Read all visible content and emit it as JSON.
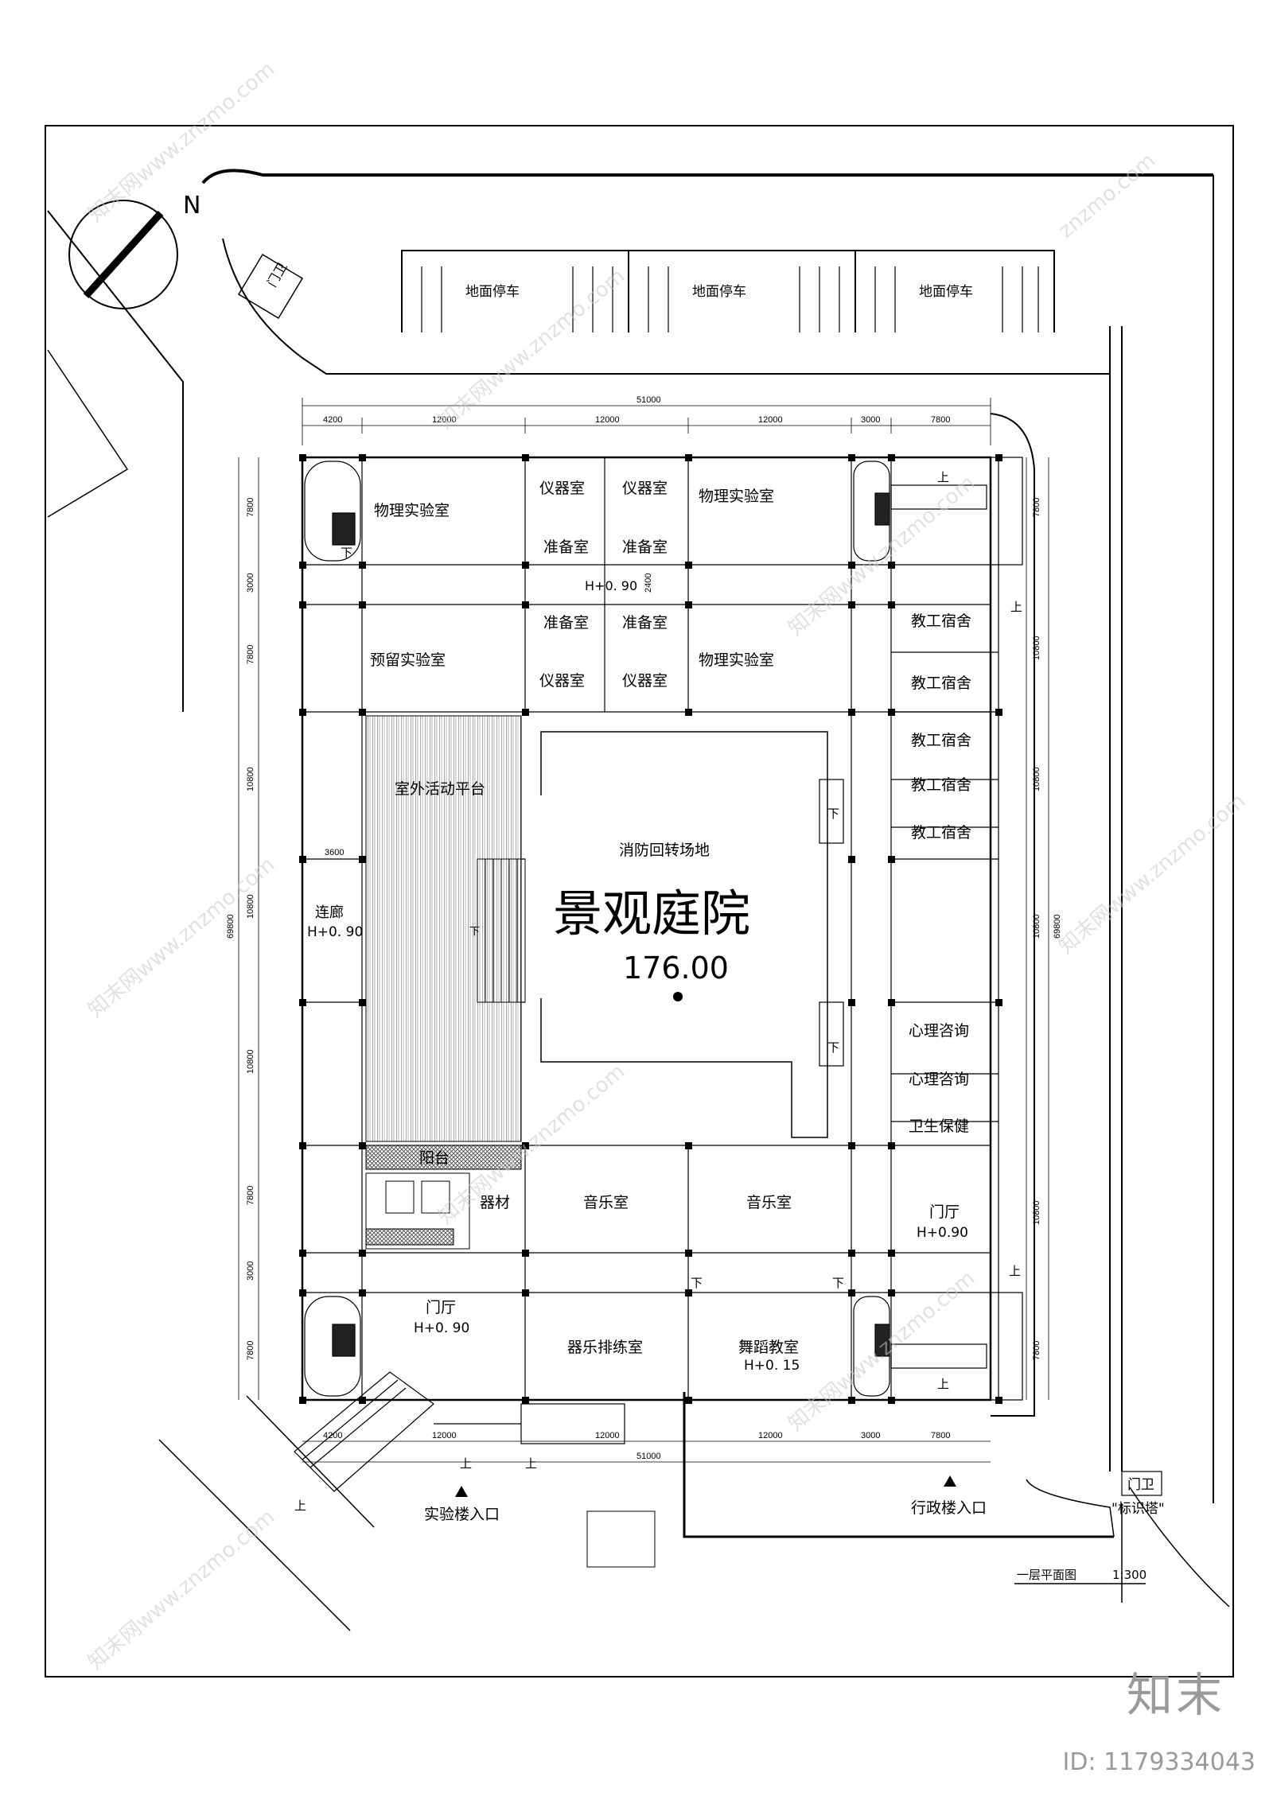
{
  "north_label": "N",
  "gate_label": "门卫",
  "parking_label": "地面停车",
  "rooms": {
    "physics_lab": "物理实验室",
    "instrument": "仪器室",
    "prep": "准备室",
    "reserved_lab": "预留实验室",
    "staff_dorm": "教工宿舍",
    "outdoor_platform": "室外活动平台",
    "fire_turn": "消防回转场地",
    "courtyard": "景观庭院",
    "courtyard_elev": "176.00",
    "corridor": "连廊",
    "psych": "心理咨询",
    "health": "卫生保健",
    "balcony": "阳台",
    "equipment": "器材",
    "music": "音乐室",
    "lobby": "门厅",
    "band": "器乐排练室",
    "dance": "舞蹈教室"
  },
  "elevations": {
    "h090": "H+0. 90",
    "h090b": "H+0.90",
    "h015": "H+0. 15"
  },
  "stair": {
    "up": "上",
    "down": "下"
  },
  "entrances": {
    "lab": "实验楼入口",
    "admin": "行政楼入口",
    "tower": "\"标识塔\""
  },
  "drawing_title": "一层平面图",
  "scale": "1:300",
  "dims": {
    "total": "51000",
    "d4200": "4200",
    "d12000": "12000",
    "d3000": "3000",
    "d7800": "7800",
    "d10800": "10800",
    "d69800": "69800",
    "d3600": "3600",
    "d2400": "2400"
  },
  "watermark": {
    "logo": "知末",
    "id": "ID: 1179334043",
    "site": "znzmo.com",
    "brand": "知末网www.znzmo.com"
  }
}
